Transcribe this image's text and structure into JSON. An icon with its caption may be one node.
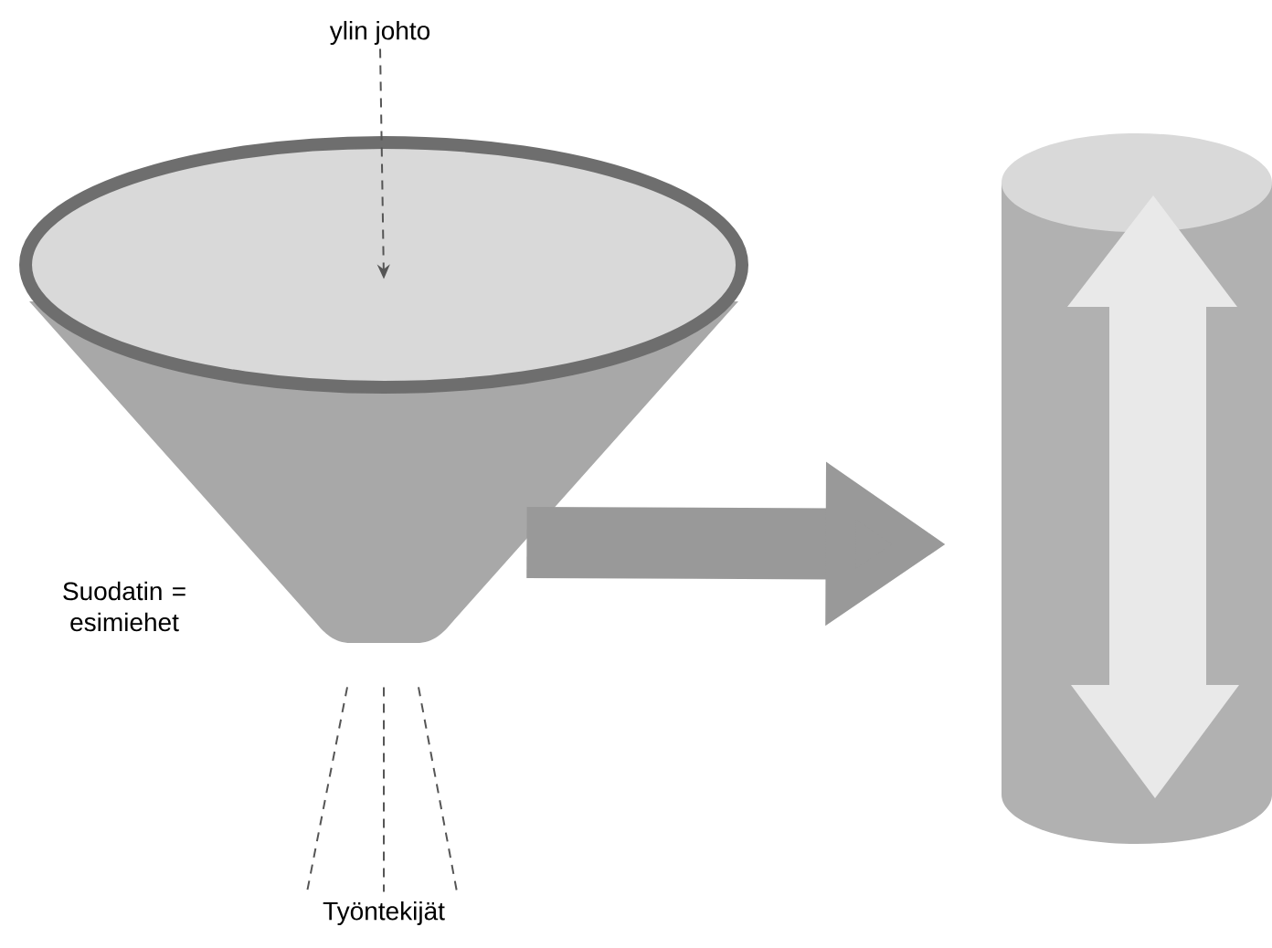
{
  "diagram": {
    "nodes": [
      {
        "text": [
          "ylin johto"
        ]
      },
      {
        "text": [],
        "shape": "funnel",
        "beside": [
          "Suodatin = esimiehet"
        ]
      },
      {
        "text": [
          "Työntekijät"
        ]
      },
      {
        "text": [],
        "shape": "cylinder"
      }
    ],
    "edges": [
      {
        "from": 0,
        "to": 1,
        "arrow": "to",
        "style": "dashed"
      },
      {
        "from": 1,
        "to": 2,
        "arrow": "none",
        "style": "dashed"
      },
      {
        "from": 1,
        "to": 2,
        "arrow": "none",
        "style": "dashed"
      },
      {
        "from": 1,
        "to": 2,
        "arrow": "none",
        "style": "dashed"
      },
      {
        "from": 1,
        "to": 3,
        "arrow": "to",
        "style": "thick",
        "color": "#999999"
      }
    ]
  }
}
